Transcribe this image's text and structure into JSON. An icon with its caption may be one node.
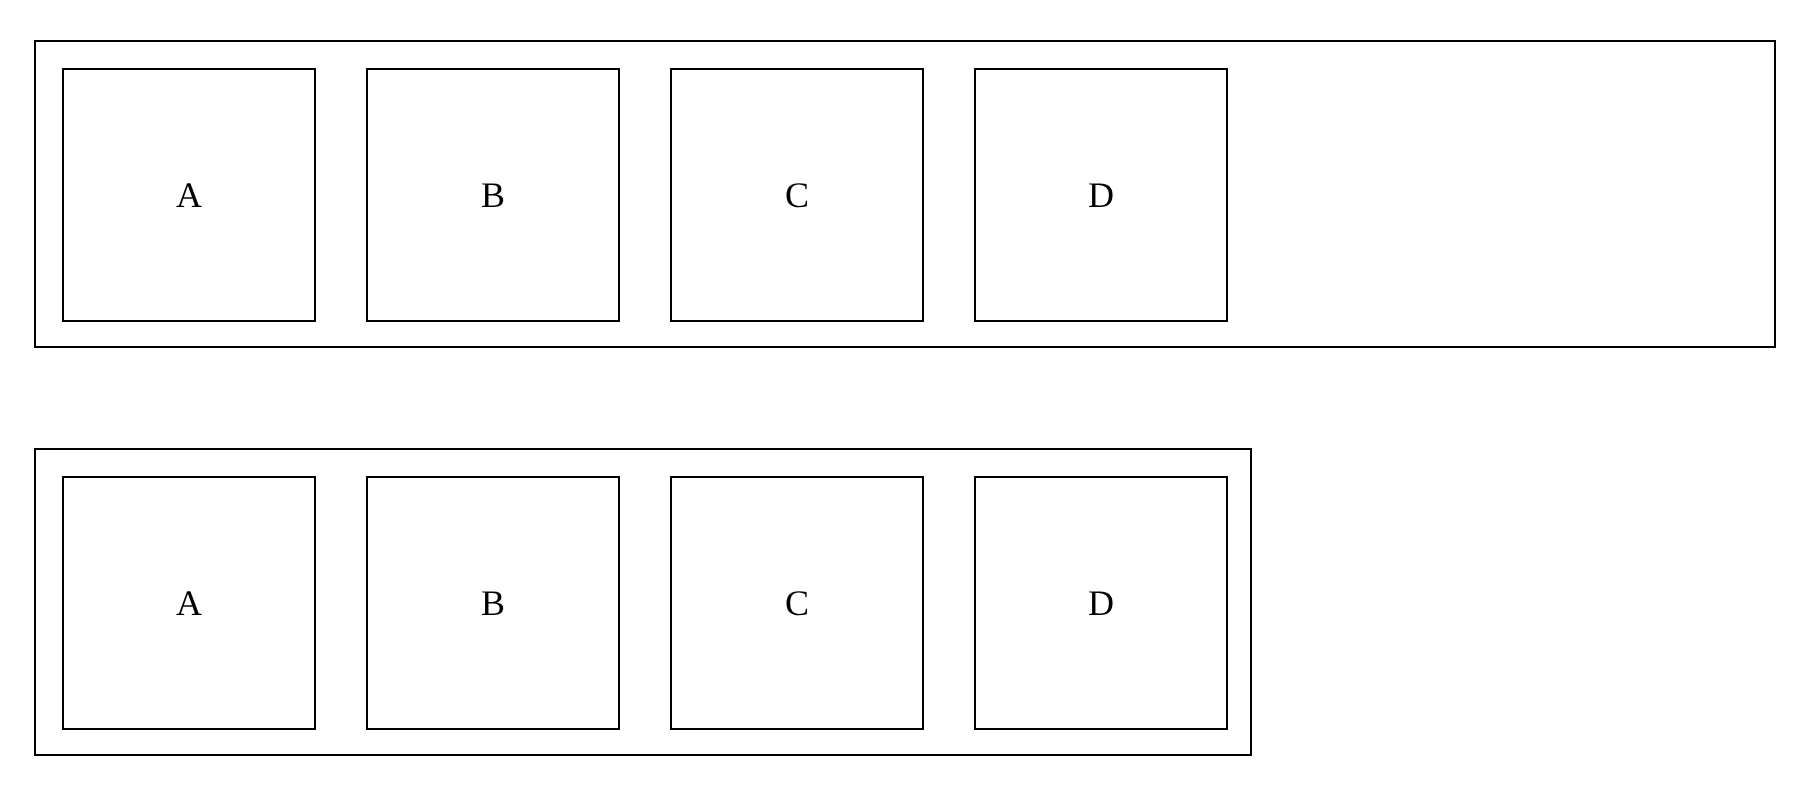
{
  "diagram": {
    "nodes": [
      {
        "text": [],
        "shape": "box"
      },
      {
        "text": [
          "A"
        ],
        "in": 0
      },
      {
        "text": [
          "B"
        ],
        "in": 0
      },
      {
        "text": [
          "C"
        ],
        "in": 0
      },
      {
        "text": [
          "D"
        ],
        "in": 0
      },
      {
        "text": [],
        "shape": "box"
      },
      {
        "text": [
          "A"
        ],
        "in": 5
      },
      {
        "text": [
          "B"
        ],
        "in": 5
      },
      {
        "text": [
          "C"
        ],
        "in": 5
      },
      {
        "text": [
          "D"
        ],
        "in": 5
      }
    ]
  }
}
